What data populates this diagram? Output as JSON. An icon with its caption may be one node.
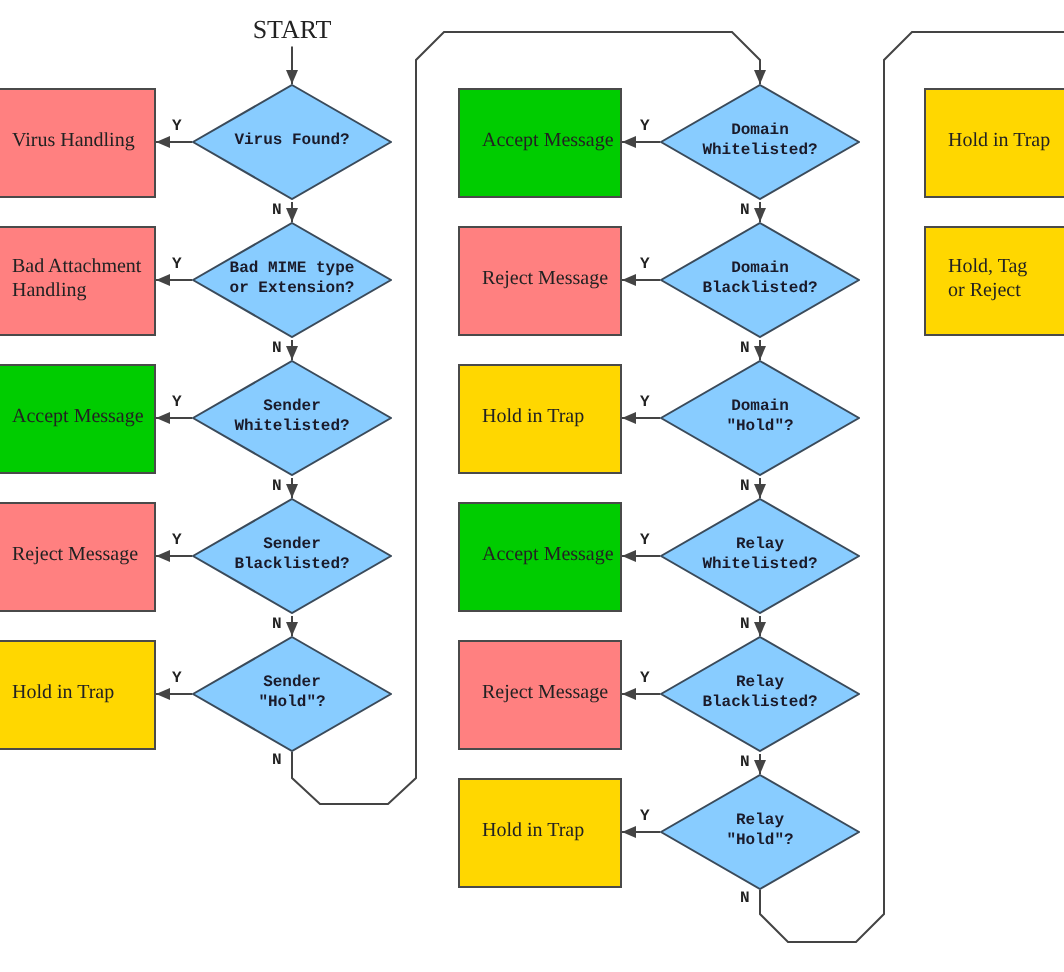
{
  "diagram": {
    "nodes": [
      {
        "text": [
          "START"
        ]
      },
      {
        "text": [
          "Virus Found?"
        ]
      },
      {
        "text": [
          "Virus Handling"
        ]
      },
      {
        "text": [
          "Bad MIME type or Extension?"
        ]
      },
      {
        "text": [
          "Bad Attachment Handling"
        ]
      },
      {
        "text": [
          "Sender Whitelisted?"
        ]
      },
      {
        "text": [
          "Accept Message"
        ]
      },
      {
        "text": [
          "Sender Blacklisted?"
        ]
      },
      {
        "text": [
          "Reject Message"
        ]
      },
      {
        "text": [
          "Sender \"Hold\"?"
        ]
      },
      {
        "text": [
          "Hold in Trap"
        ]
      },
      {
        "text": [
          "Domain Whitelisted?"
        ]
      },
      {
        "text": [
          "Accept Message"
        ]
      },
      {
        "text": [
          "Domain Blacklisted?"
        ]
      },
      {
        "text": [
          "Reject Message"
        ]
      },
      {
        "text": [
          "Domain \"Hold\"?"
        ]
      },
      {
        "text": [
          "Hold in Trap"
        ]
      },
      {
        "text": [
          "Relay Whitelisted?"
        ]
      },
      {
        "text": [
          "Accept Message"
        ]
      },
      {
        "text": [
          "Relay Blacklisted?"
        ]
      },
      {
        "text": [
          "Reject Message"
        ]
      },
      {
        "text": [
          "Relay \"Hold\"?"
        ]
      },
      {
        "text": [
          "Hold in Trap"
        ]
      },
      {
        "text": [
          "Hold in Trap"
        ]
      },
      {
        "text": [
          "Hold, Tag or Reject"
        ]
      }
    ],
    "edges": [
      {
        "from": 0,
        "to": 1,
        "arrow": "to"
      },
      {
        "from": 1,
        "to": 2,
        "arrow": "to",
        "label": "Y"
      },
      {
        "from": 1,
        "to": 3,
        "arrow": "to",
        "label": "N"
      },
      {
        "from": 3,
        "to": 4,
        "arrow": "to",
        "label": "Y"
      },
      {
        "from": 3,
        "to": 5,
        "arrow": "to",
        "label": "N"
      },
      {
        "from": 5,
        "to": 6,
        "arrow": "to",
        "label": "Y"
      },
      {
        "from": 5,
        "to": 7,
        "arrow": "to",
        "label": "N"
      },
      {
        "from": 7,
        "to": 8,
        "arrow": "to",
        "label": "Y"
      },
      {
        "from": 7,
        "to": 9,
        "arrow": "to",
        "label": "N"
      },
      {
        "from": 9,
        "to": 10,
        "arrow": "to",
        "label": "Y"
      },
      {
        "from": 9,
        "to": 11,
        "arrow": "to",
        "label": "N"
      },
      {
        "from": 11,
        "to": 12,
        "arrow": "to",
        "label": "Y"
      },
      {
        "from": 11,
        "to": 13,
        "arrow": "to",
        "label": "N"
      },
      {
        "from": 13,
        "to": 14,
        "arrow": "to",
        "label": "Y"
      },
      {
        "from": 13,
        "to": 15,
        "arrow": "to",
        "label": "N"
      },
      {
        "from": 15,
        "to": 16,
        "arrow": "to",
        "label": "Y"
      },
      {
        "from": 15,
        "to": 17,
        "arrow": "to",
        "label": "N"
      },
      {
        "from": 17,
        "to": 18,
        "arrow": "to",
        "label": "Y"
      },
      {
        "from": 17,
        "to": 19,
        "arrow": "to",
        "label": "N"
      },
      {
        "from": 19,
        "to": 20,
        "arrow": "to",
        "label": "Y"
      },
      {
        "from": 19,
        "to": 21,
        "arrow": "to",
        "label": "N"
      },
      {
        "from": 21,
        "to": 22,
        "arrow": "to",
        "label": "Y"
      },
      {
        "from": 21,
        "to": null,
        "arrow": "none",
        "label": "N"
      }
    ]
  }
}
